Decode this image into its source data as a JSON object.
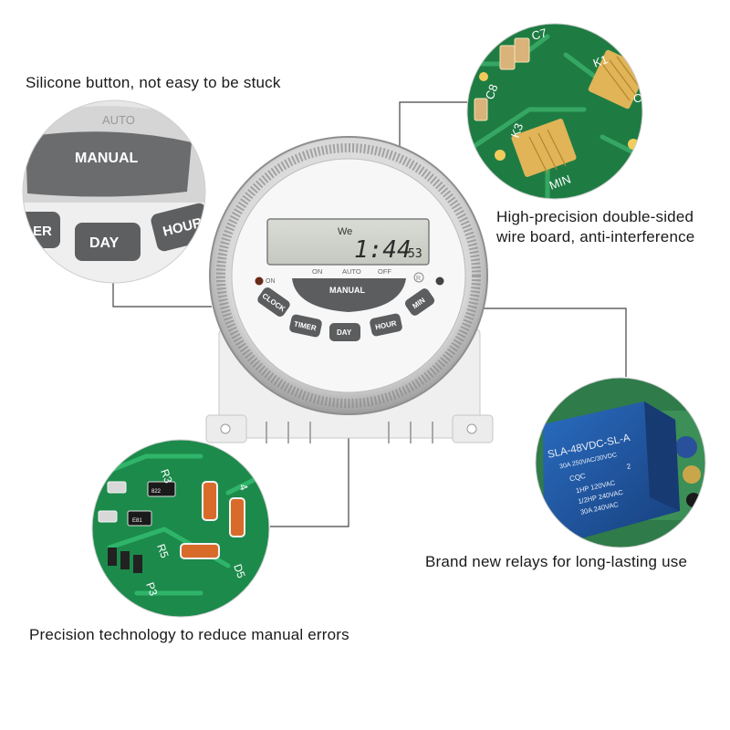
{
  "captions": {
    "silicone": "Silicone button, not easy to be stuck",
    "wire_board_line1": "High-precision double-sided",
    "wire_board_line2": "wire board, anti-interference",
    "relays": "Brand new relays for long-lasting use",
    "precision": "Precision technology to reduce manual errors"
  },
  "device": {
    "display_day": "We",
    "display_time": "1:44",
    "display_seconds": "53",
    "on_indicator": "ON",
    "mode_on": "ON",
    "mode_auto": "AUTO",
    "mode_off": "OFF",
    "reset_mark": "R",
    "buttons": {
      "manual": "MANUAL",
      "clock": "CLOCK",
      "timer": "TIMER",
      "day": "DAY",
      "hour": "HOUR",
      "min": "MIN"
    }
  },
  "zoom_buttons": {
    "auto": "AUTO",
    "manual": "MANUAL",
    "partial_timer": "ER",
    "day": "DAY",
    "partial_hour": "HOUR"
  },
  "pcb_top_labels": {
    "c7": "C7",
    "k1": "K1",
    "c8": "C8",
    "k3": "K3",
    "min": "MIN",
    "c": "C"
  },
  "relay_labels": {
    "model": "SLA-48VDC-SL-A",
    "rating": "30A 250VAC/30VDC",
    "cert": "CQC",
    "line1": "1HP 120VAC",
    "line2": "1/2HP 240VAC",
    "line3": "30A 240VAC",
    "num": "2"
  },
  "pcb_bottom_labels": {
    "r3": "R3",
    "d5": "D5",
    "r5": "R5",
    "p3": "P3",
    "r4": "4",
    "chip1": "822",
    "chip2": "E81"
  },
  "colors": {
    "pcb_green": "#1f8a4a",
    "relay_blue": "#1f5aa6",
    "button_gray": "#5f6062",
    "case_white": "#f2f2f2"
  }
}
